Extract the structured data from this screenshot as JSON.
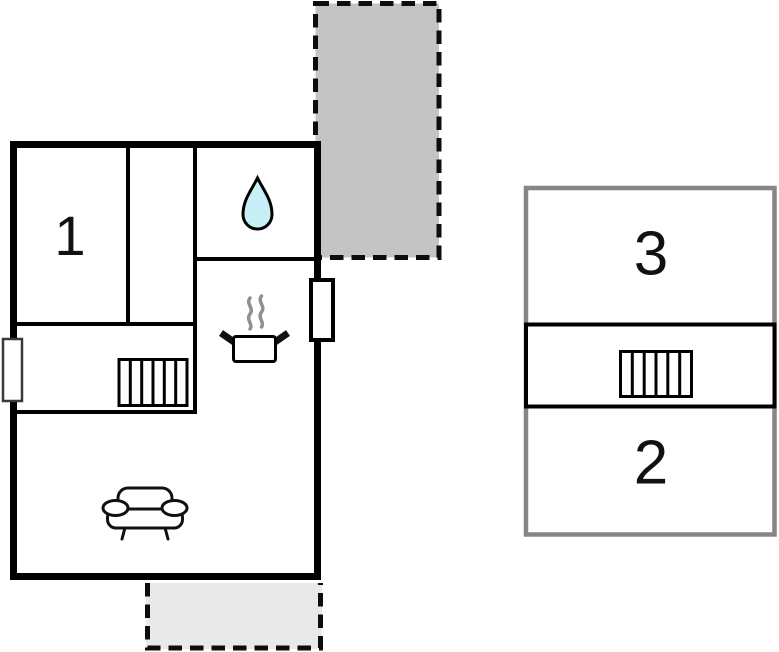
{
  "rooms": {
    "room1": {
      "label": "1"
    },
    "room2": {
      "label": "2"
    },
    "room3": {
      "label": "3"
    }
  },
  "colors": {
    "wall": "#000000",
    "dash": "#0d0d0d",
    "annex_border": "#868686",
    "terrace_top_fill": "#c4c4c4",
    "terrace_bottom_fill": "#e9e9e9",
    "water_drop_fill": "#c8eff6",
    "steam": "#909090",
    "background": "#ffffff"
  },
  "icons": [
    {
      "name": "water-drop-icon",
      "shape": "teardrop",
      "meaning": "bathroom"
    },
    {
      "name": "cooking-pot-icon",
      "shape": "pot-with-steam",
      "meaning": "kitchen"
    },
    {
      "name": "stairs-main-icon",
      "shape": "hatched-rectangle",
      "meaning": "stairs"
    },
    {
      "name": "stairs-annex-icon",
      "shape": "hatched-rectangle",
      "meaning": "stairs"
    },
    {
      "name": "sofa-icon",
      "shape": "couch-front-view",
      "meaning": "living-room"
    },
    {
      "name": "window-left-icon",
      "shape": "wall-opening",
      "meaning": "window"
    },
    {
      "name": "window-right-icon",
      "shape": "wall-opening",
      "meaning": "window"
    },
    {
      "name": "terrace-top",
      "shape": "dashed-gray-area",
      "meaning": "terrace"
    },
    {
      "name": "terrace-bottom",
      "shape": "dashed-gray-area",
      "meaning": "terrace"
    }
  ]
}
